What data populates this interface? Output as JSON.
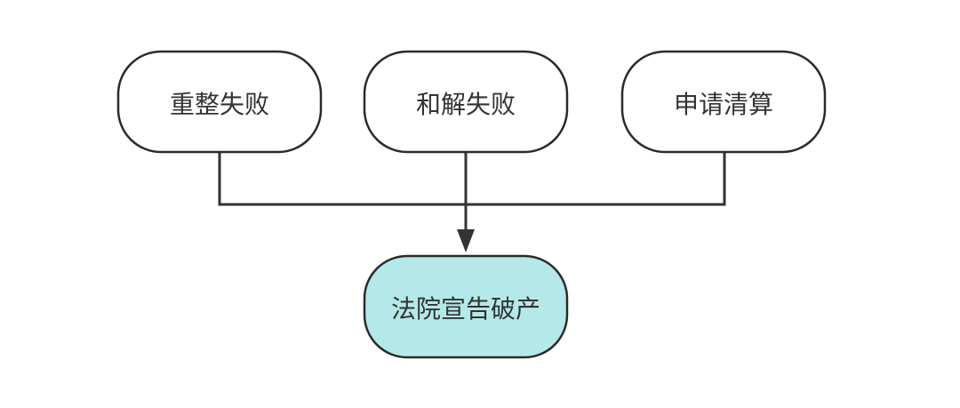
{
  "diagram": {
    "sources": [
      {
        "label": "重整失败"
      },
      {
        "label": "和解失败"
      },
      {
        "label": "申请清算"
      }
    ],
    "target": {
      "label": "法院宣告破产"
    }
  },
  "colors": {
    "source_fill": "#ffffff",
    "target_fill": "#b5e9e9",
    "stroke": "#2b2b2b",
    "text": "#333333",
    "connector": "#333333"
  }
}
